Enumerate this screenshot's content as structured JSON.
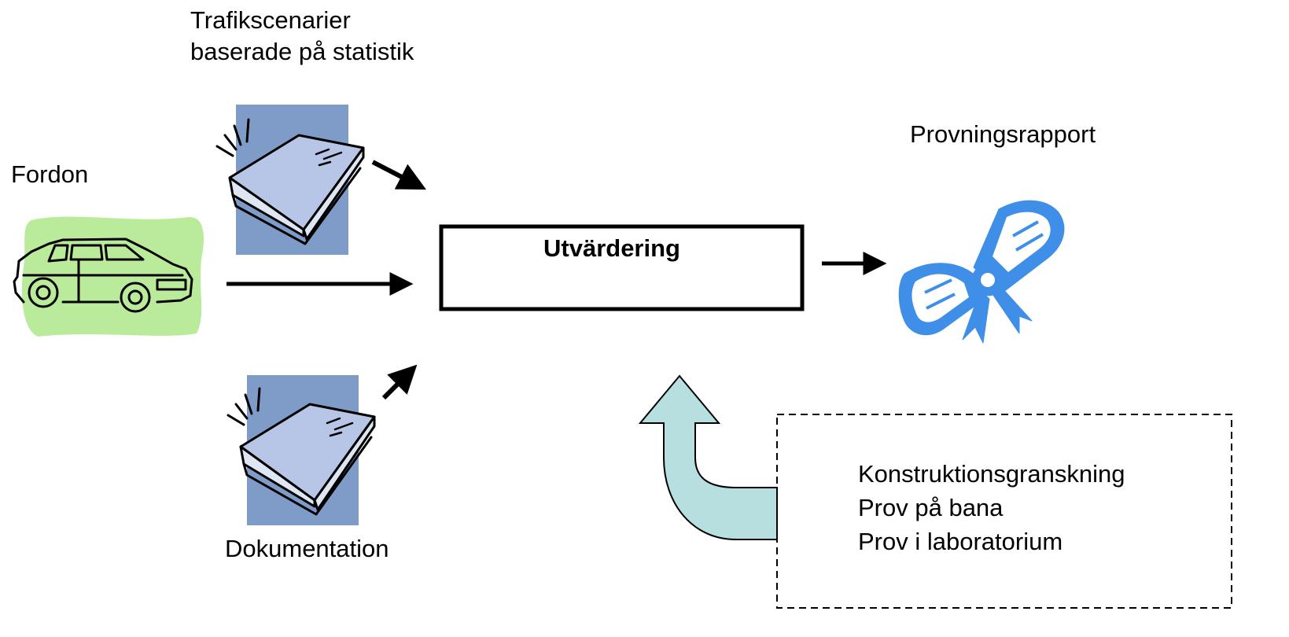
{
  "diagram": {
    "labels": {
      "traffic_line1": "Trafikscenarier",
      "traffic_line2": "baserade på statistik",
      "vehicle": "Fordon",
      "documentation": "Dokumentation",
      "report": "Provningsrapport",
      "evaluation": "Utvärdering"
    },
    "methods": [
      "Konstruktionsgranskning",
      "Prov på bana",
      "Prov i laboratorium"
    ],
    "colors": {
      "car_background": "#b9eb9a",
      "book_background": "#7f9cc9",
      "book_page": "#b7c6e6",
      "certificate": "#3f8ee8",
      "feedback_arrow": "#b7dfe0",
      "stroke": "#000000"
    },
    "icons": [
      "car-icon",
      "book-icon",
      "diploma-icon"
    ]
  }
}
